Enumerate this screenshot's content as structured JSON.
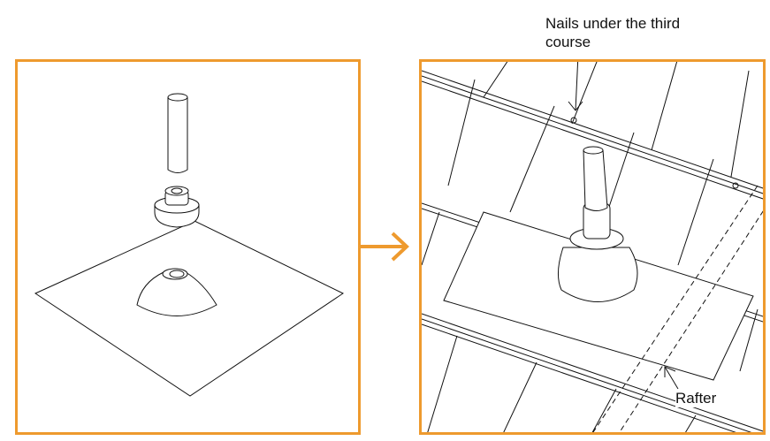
{
  "colors": {
    "frame": "#EE9A2E",
    "line": "#111111"
  },
  "labels": {
    "nails_line1": "Nails under the third",
    "nails_line2": "course",
    "rafter": "Rafter"
  },
  "icons": {
    "arrow": "arrow-right-icon"
  }
}
